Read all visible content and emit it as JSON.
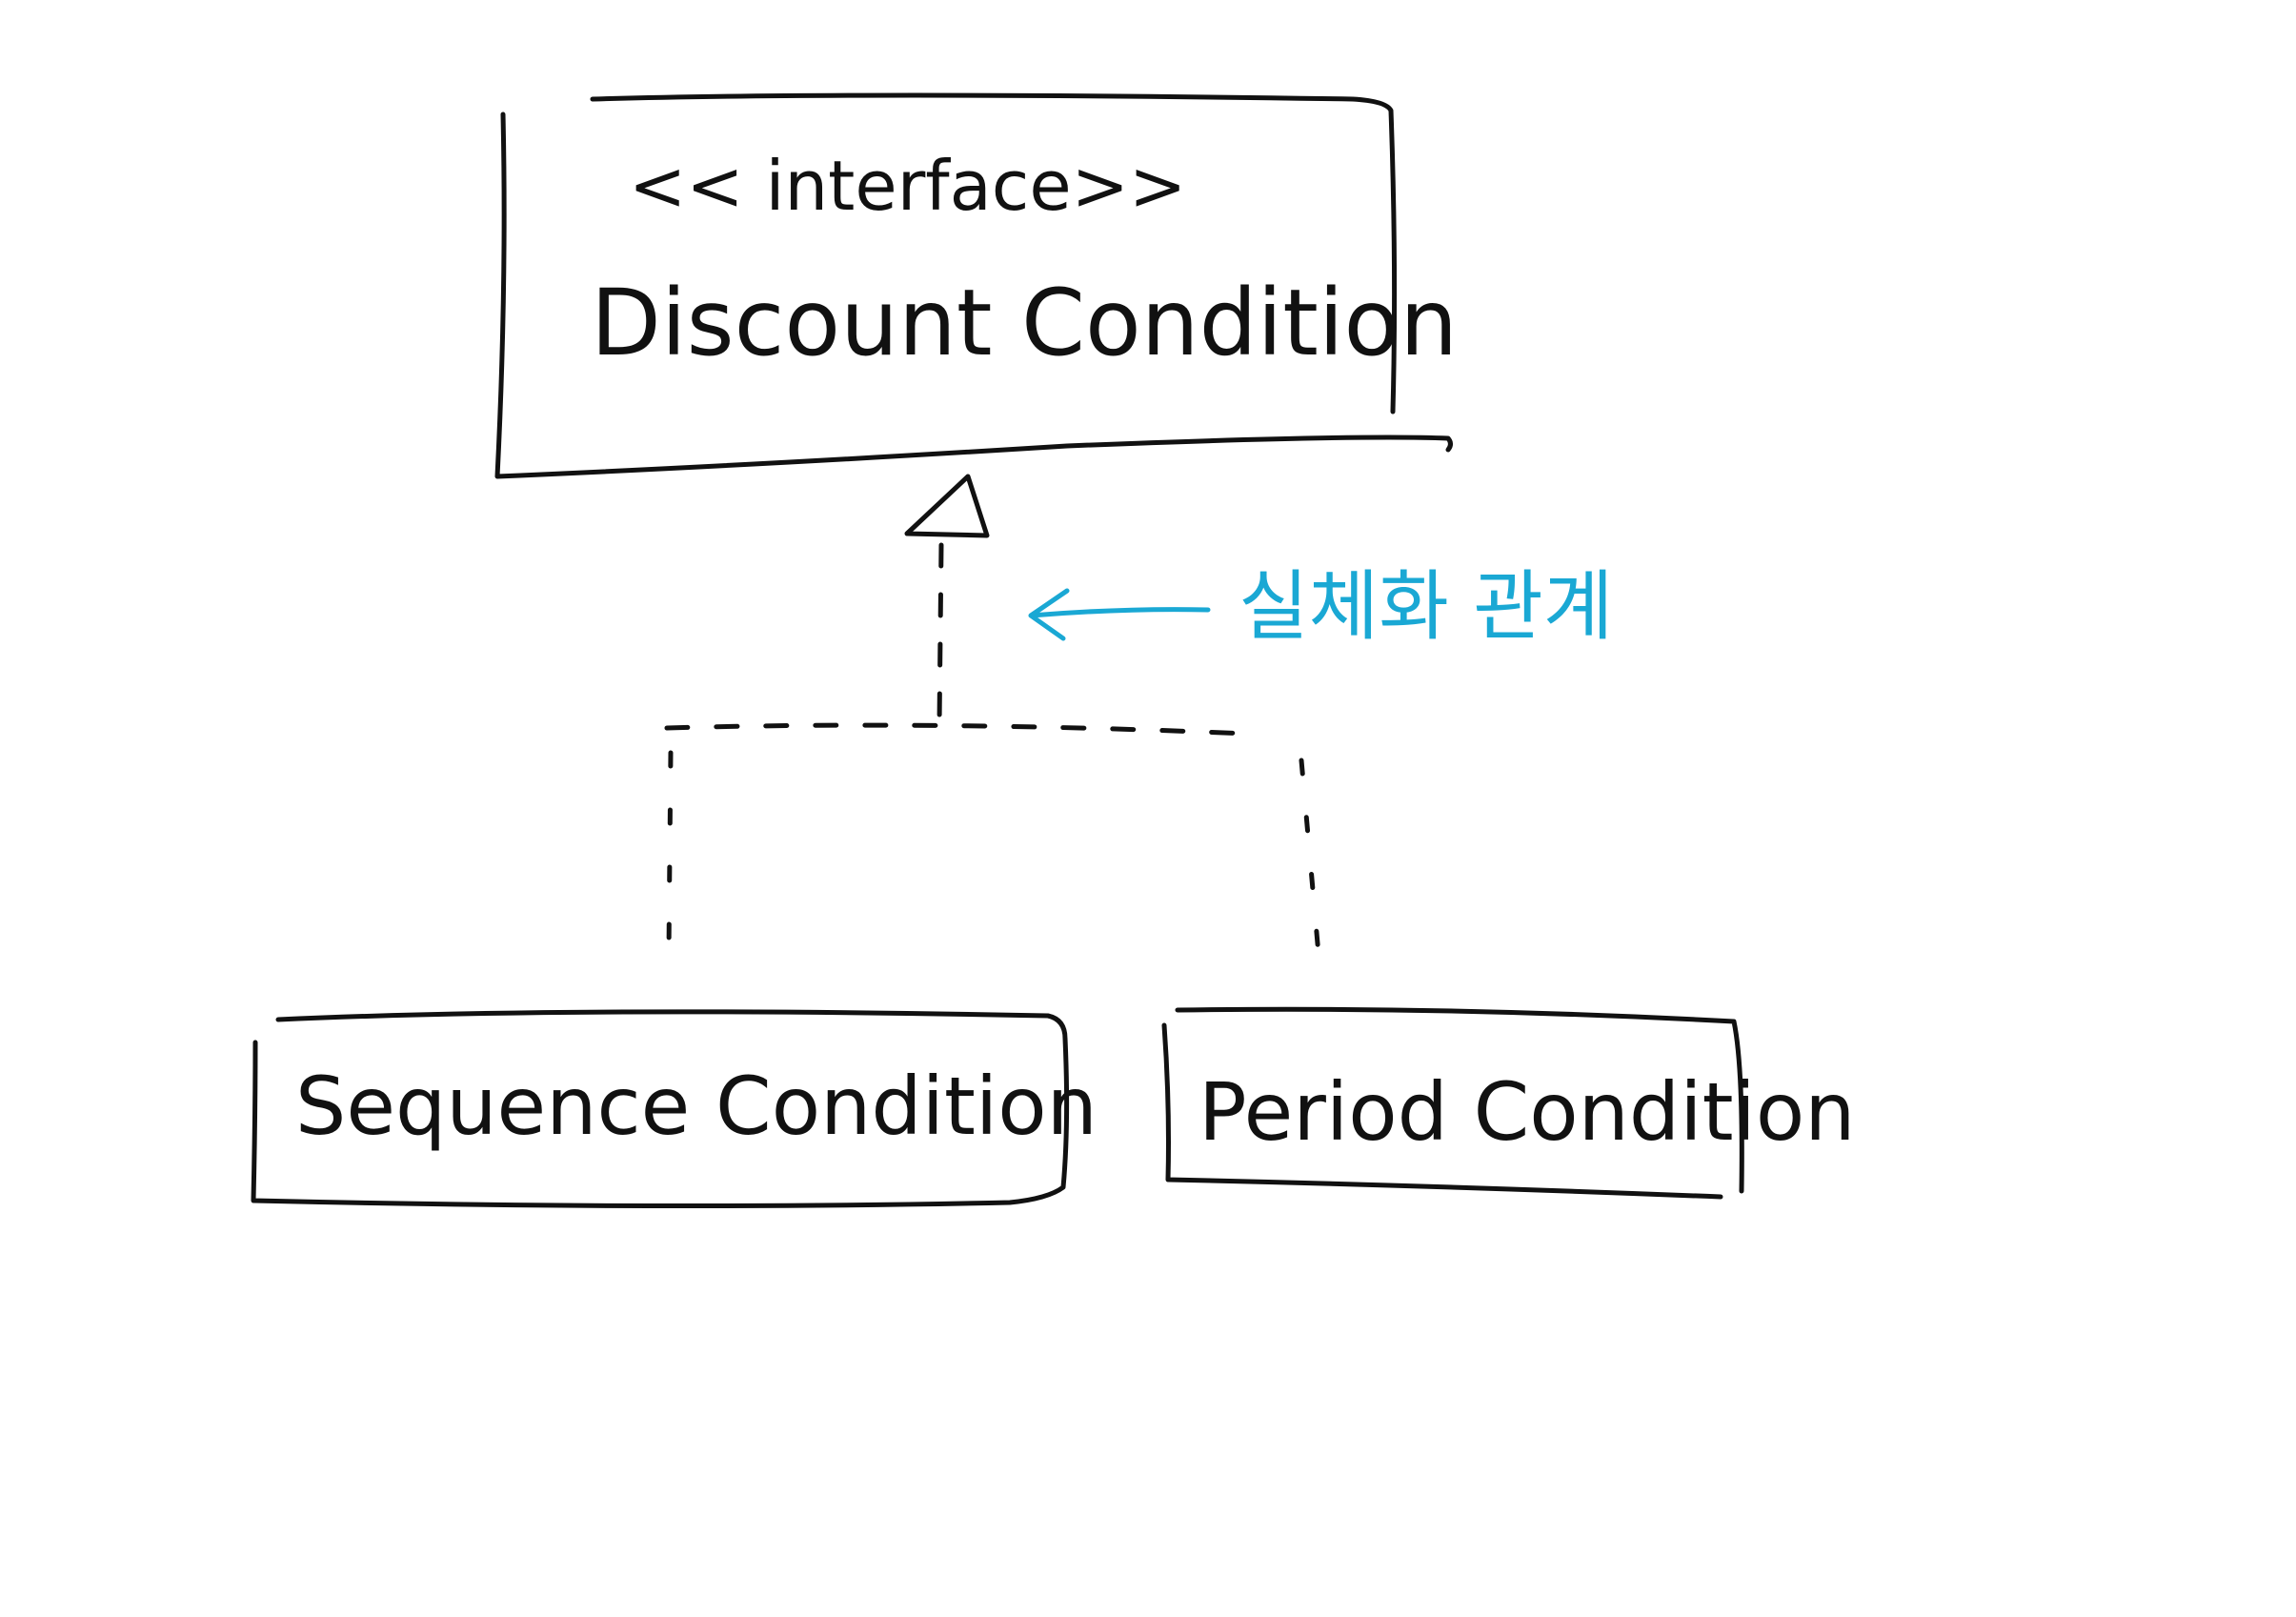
{
  "interface_box": {
    "stereotype": "<< interface>>",
    "name": "Discount Condition"
  },
  "subclasses": [
    {
      "name": "Sequence Condition"
    },
    {
      "name": "Period Condition"
    }
  ],
  "annotation": {
    "label": "실체화 관계"
  },
  "colors": {
    "ink": "#111111",
    "accent": "#1aa8d4",
    "background": "#ffffff"
  }
}
